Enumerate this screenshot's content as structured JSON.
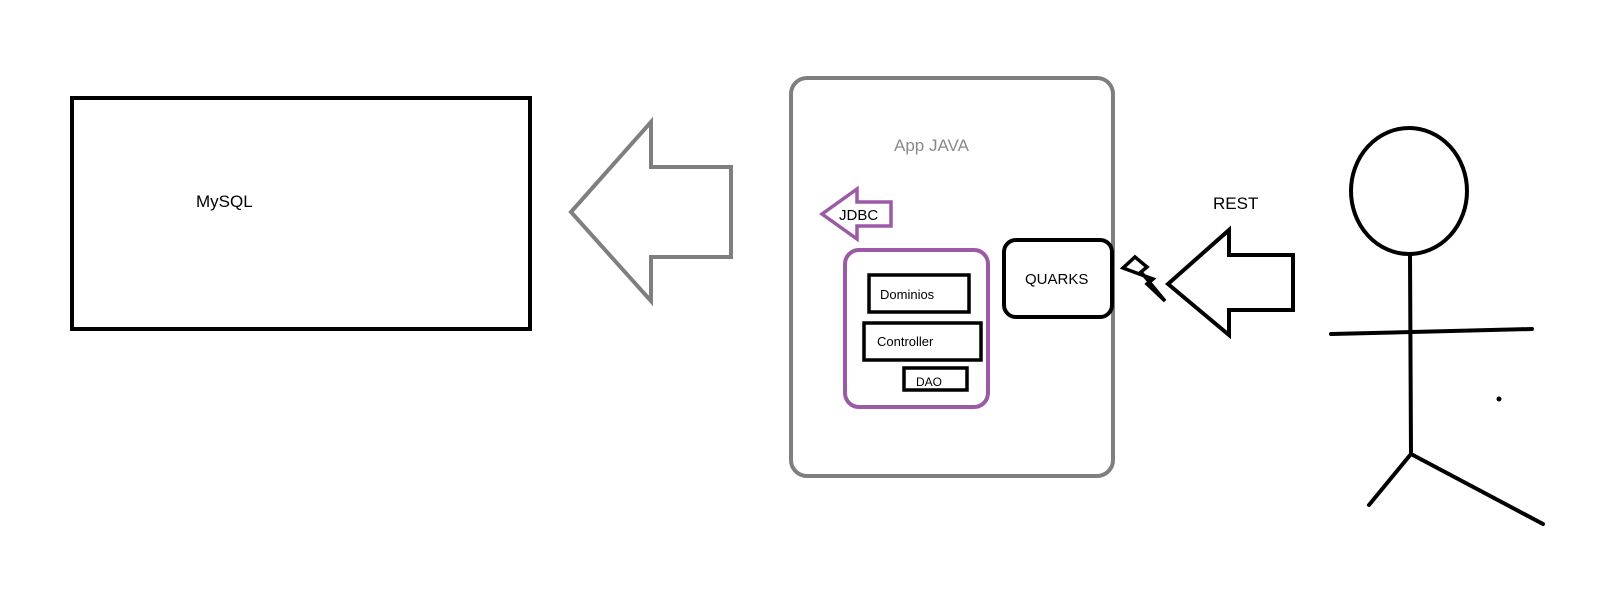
{
  "diagram": {
    "database": {
      "label": "MySQL"
    },
    "app": {
      "title": "App JAVA"
    },
    "jdbc": {
      "label": "JDBC"
    },
    "layers": {
      "dominios": "Dominios",
      "controller": "Controller",
      "dao": "DAO"
    },
    "framework": {
      "label": "QUARKS"
    },
    "protocol": {
      "label": "REST"
    }
  },
  "colors": {
    "outline": "#000000",
    "gray": "#7f7f7f",
    "accent": "#9b59a6",
    "background": "#ffffff"
  }
}
